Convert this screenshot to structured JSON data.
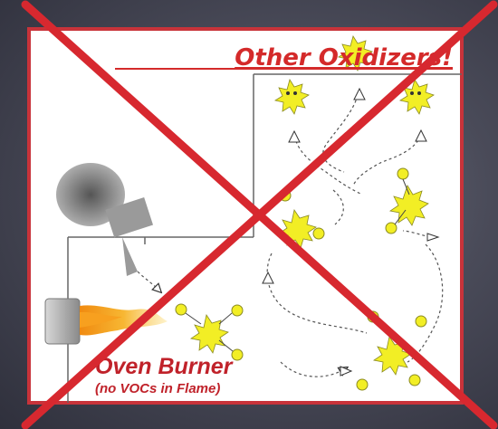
{
  "diagram": {
    "title": "Other Oxidizers!",
    "burner_label": "Oven Burner",
    "burner_sublabel": "(no VOCs in Flame)",
    "oxidizer_labels": [
      "",
      ""
    ],
    "colors": {
      "cross": "#d7282f",
      "frame": "#c8333a",
      "molecule": "#f2ee25",
      "flame": "#f5a623"
    }
  }
}
